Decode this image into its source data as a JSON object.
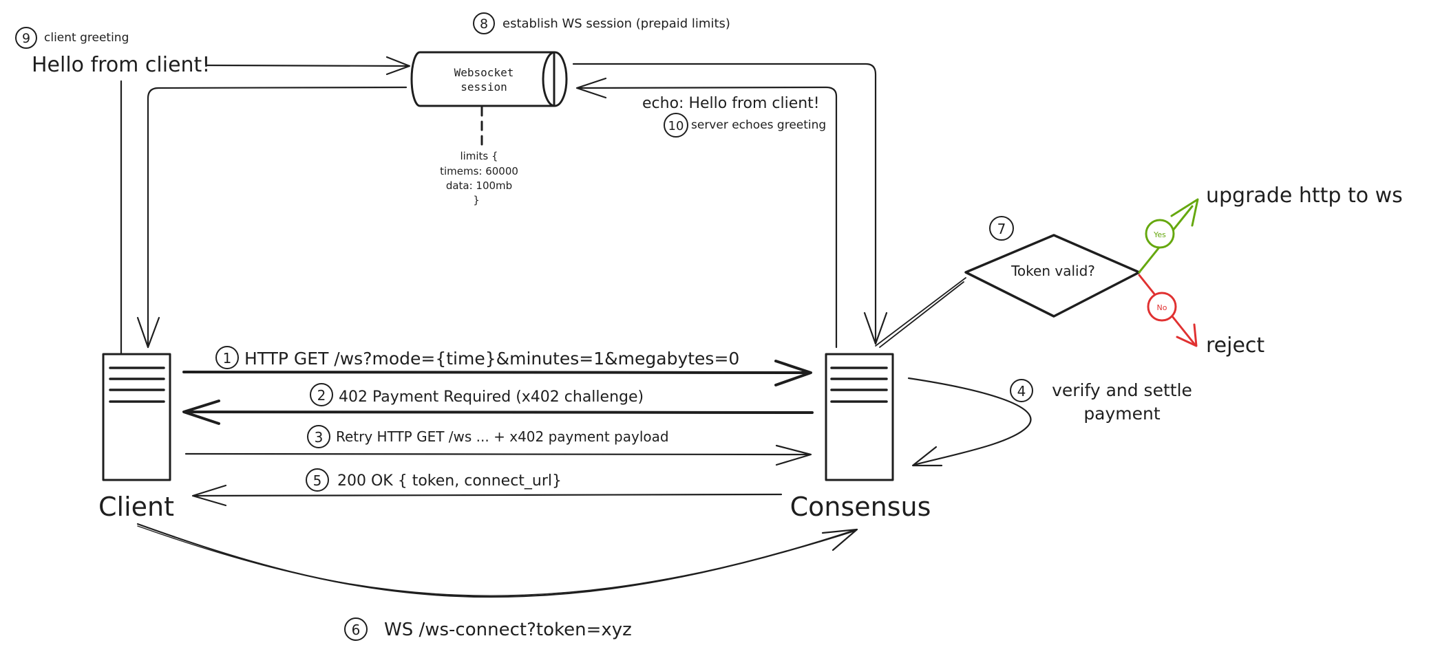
{
  "nodes": {
    "client": {
      "label": "Client"
    },
    "consensus": {
      "label": "Consensus"
    },
    "ws_session": {
      "label_line1": "Websocket",
      "label_line2": "session"
    },
    "decision": {
      "label": "Token valid?"
    }
  },
  "limits": {
    "line1": "limits {",
    "line2": "timems: 60000",
    "line3": "data: 100mb",
    "line4": "}"
  },
  "steps": [
    {
      "num": "1",
      "label": "HTTP GET /ws?mode={time}&minutes=1&megabytes=0"
    },
    {
      "num": "2",
      "label": "402 Payment Required (x402 challenge)"
    },
    {
      "num": "3",
      "label": "Retry HTTP GET /ws ... + x402 payment payload"
    },
    {
      "num": "4",
      "label_line1": "verify and settle",
      "label_line2": "payment"
    },
    {
      "num": "5",
      "label": "200 OK { token, connect_url}"
    },
    {
      "num": "6",
      "label": "WS /ws-connect?token=xyz"
    },
    {
      "num": "7"
    },
    {
      "num": "8",
      "label": "establish WS session (prepaid limits)"
    },
    {
      "num": "9",
      "label": "client greeting",
      "message": "Hello from client!"
    },
    {
      "num": "10",
      "label": "server echoes greeting",
      "message": "echo: Hello from client!"
    }
  ],
  "branches": {
    "yes": {
      "label": "Yes",
      "target": "upgrade http to ws",
      "color": "#2f9e44"
    },
    "no": {
      "label": "No",
      "target": "reject",
      "color": "#e03131"
    }
  },
  "colors": {
    "ink": "#1e1e1e",
    "cylinder_fill": "#ced4da",
    "cylinder_cap": "#495057",
    "server_hatch": "#ced4da",
    "yes_green": "#66a80f",
    "no_red": "#e03131"
  }
}
